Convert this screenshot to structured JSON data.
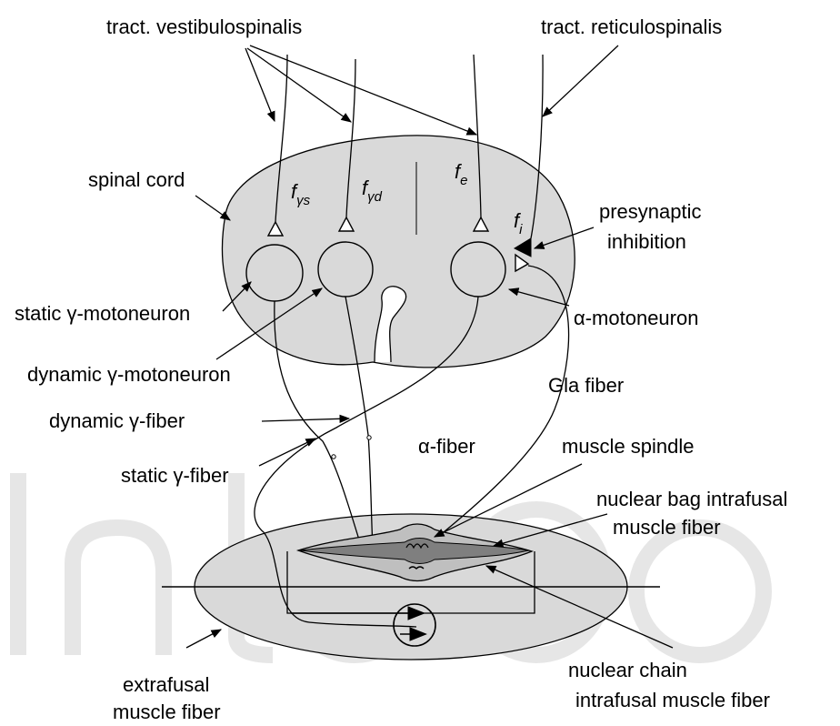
{
  "labels": {
    "tract_vestibulospinalis": "tract. vestibulospinalis",
    "tract_reticulospinalis": "tract. reticulospinalis",
    "spinal_cord": "spinal cord",
    "presynaptic_line1": "presynaptic",
    "presynaptic_line2": "inhibition",
    "static_gamma_motoneuron": "static γ-motoneuron",
    "alpha_motoneuron": "α-motoneuron",
    "dynamic_gamma_motoneuron": "dynamic γ-motoneuron",
    "gla_fiber": "Gla fiber",
    "dynamic_gamma_fiber": "dynamic  γ-fiber",
    "alpha_fiber": "α-fiber",
    "static_gamma_fiber": "static γ-fiber",
    "muscle_spindle": "muscle spindle",
    "nuclear_bag_line1": "nuclear bag intrafusal",
    "nuclear_bag_line2": "muscle fiber",
    "nuclear_chain_line1": "nuclear  chain",
    "nuclear_chain_line2": "intrafusal muscle fiber",
    "extrafusal_line1": "extrafusal",
    "extrafusal_line2": "muscle fiber"
  },
  "inputs": {
    "f_ys": {
      "base": "f",
      "sub": "γs"
    },
    "f_yd": {
      "base": "f",
      "sub": "γd"
    },
    "f_e": {
      "base": "f",
      "sub": "e"
    },
    "f_i": {
      "base": "f",
      "sub": "i"
    }
  },
  "colors": {
    "tissue_fill": "#d9d9d9",
    "spindle_fill": "#bfbfbf",
    "spindle_core": "#7f7f7f",
    "ink": "#000000",
    "watermark": "#e6e6e6"
  }
}
